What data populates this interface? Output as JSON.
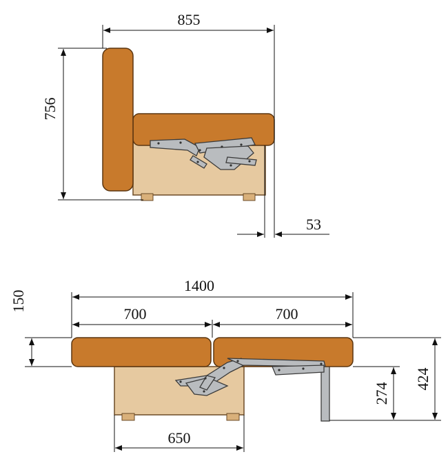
{
  "colors": {
    "cushion": "#c87a2c",
    "cushion_outline": "#5a3510",
    "base": "#e6c9a0",
    "mechanism": "#b9bcbf",
    "line": "#111111"
  },
  "side_view": {
    "width_label": "855",
    "height_label": "756",
    "offset_label": "53"
  },
  "unfolded_view": {
    "total_length_label": "1400",
    "left_half_label": "700",
    "right_half_label": "700",
    "cushion_thickness_label": "150",
    "base_length_label": "650",
    "seat_height_label": "274",
    "total_height_label": "424"
  }
}
